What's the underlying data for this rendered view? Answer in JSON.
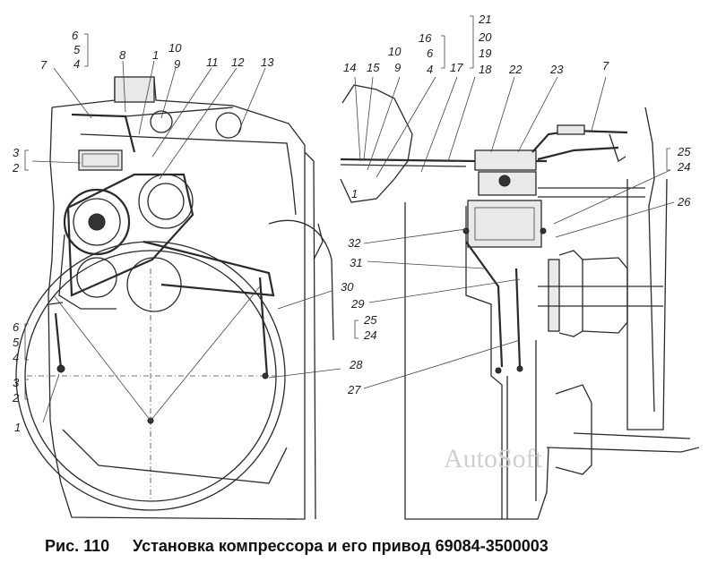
{
  "caption": {
    "prefix": "Рис. 110",
    "text": "Установка компрессора и его привод 69084-3500003"
  },
  "watermark": "AutoSoft",
  "left_view": {
    "callouts": [
      "6",
      "5",
      "4",
      "8",
      "1",
      "10",
      "9",
      "11",
      "12",
      "13",
      "7",
      "3",
      "2",
      "6",
      "5",
      "4",
      "3",
      "2",
      "1",
      "30",
      "25",
      "24",
      "28"
    ]
  },
  "right_view": {
    "callouts": [
      "14",
      "15",
      "10",
      "9",
      "16",
      "6",
      "4",
      "17",
      "21",
      "20",
      "19",
      "18",
      "22",
      "23",
      "7",
      "1",
      "25",
      "24",
      "26",
      "32",
      "31",
      "29",
      "27"
    ]
  }
}
